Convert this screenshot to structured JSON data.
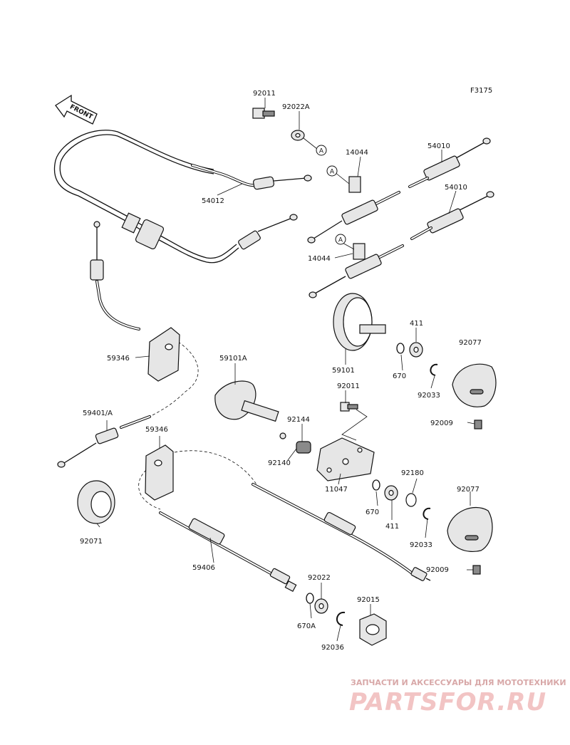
{
  "figure_code": "F3175",
  "front_label": "FRONT",
  "ref_marker": "A",
  "parts": {
    "p92011_top": "92011",
    "p92022A": "92022A",
    "p14044_top": "14044",
    "p54010_top": "54010",
    "p54010_mid": "54010",
    "p54012": "54012",
    "p14044_mid": "14044",
    "p59346_top": "59346",
    "p59101A": "59101A",
    "p59101": "59101",
    "p411_top": "411",
    "p92077_top": "92077",
    "p670_top": "670",
    "p92033_top": "92033",
    "p92011_mid": "92011",
    "p59401A": "59401/A",
    "p59346_mid": "59346",
    "p92144": "92144",
    "p92009_top": "92009",
    "p92140": "92140",
    "p92180": "92180",
    "p11047": "11047",
    "p92077_mid": "92077",
    "p670_mid": "670",
    "p411_mid": "411",
    "p92071": "92071",
    "p92033_mid": "92033",
    "p59406": "59406",
    "p92009_mid": "92009",
    "p92022": "92022",
    "p92015": "92015",
    "p670A": "670A",
    "p92036": "92036"
  },
  "watermark": {
    "caption": "ЗАПЧАСТИ И АКСЕССУАРЫ ДЛЯ МОТОТЕХНИКИ",
    "logo": "PARTSFOR.RU"
  }
}
